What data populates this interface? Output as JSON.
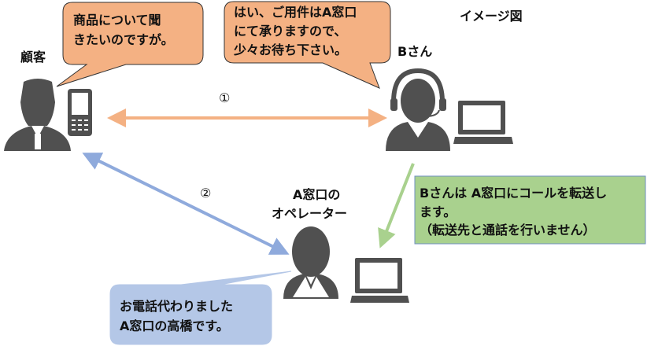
{
  "title": "イメージ図",
  "customer": {
    "label": "顧客",
    "speech": [
      "商品について聞",
      "きたいのですが。"
    ]
  },
  "b_person": {
    "label": "Bさん",
    "speech": [
      "はい、ご用件はA窓口",
      "にて承りますので、",
      "少々お待ち下さい。"
    ]
  },
  "operator": {
    "label": [
      "A窓口の",
      "オペレーター"
    ],
    "speech": [
      "お電話代わりました",
      "A窓口の高橋です。"
    ]
  },
  "steps": [
    "①",
    "②"
  ],
  "note": [
    "Bさんは A窓口にコールを転送し",
    "ます。",
    "（転送先と通話を行いません）"
  ],
  "colors": {
    "orange": "#f4b183",
    "blue": "#8faadc",
    "green": "#a9d18e",
    "icon": "#505050"
  }
}
